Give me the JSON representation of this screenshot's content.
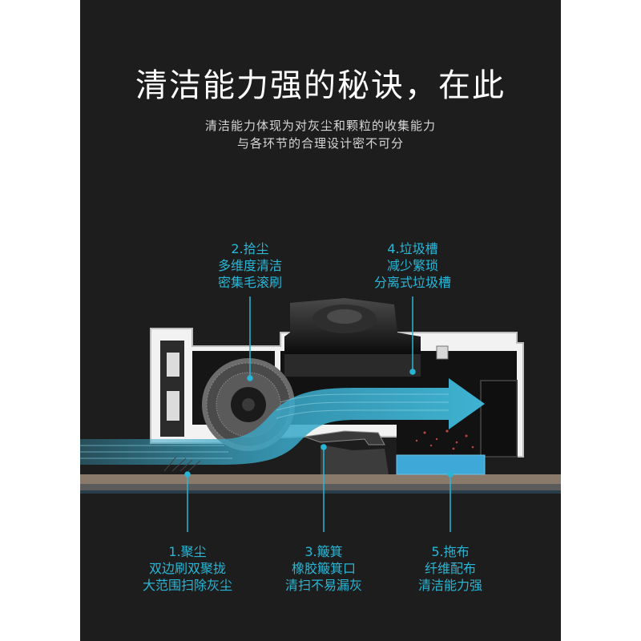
{
  "header": {
    "title": "清洁能力强的秘诀，在此",
    "subtitle_line1": "清洁能力体现为对灰尘和颗粒的收集能力",
    "subtitle_line2": "与各环节的合理设计密不可分"
  },
  "callouts": {
    "c2": {
      "title": "2.拾尘",
      "line1": "多维度清洁",
      "line2": "密集毛滚刷"
    },
    "c4": {
      "title": "4.垃圾槽",
      "line1": "减少繁琐",
      "line2": "分离式垃圾槽"
    },
    "c1": {
      "title": "1.聚尘",
      "line1": "双边刷双聚拢",
      "line2": "大范围扫除灰尘"
    },
    "c3": {
      "title": "3.簸箕",
      "line1": "橡胶簸箕口",
      "line2": "清扫不易漏灰"
    },
    "c5": {
      "title": "5.拖布",
      "line1": "纤维配布",
      "line2": "清洁能力强"
    }
  },
  "colors": {
    "background": "#1d1d1d",
    "accent": "#29b6d6",
    "flow": "#3aa9c9",
    "floor": "#8a7a6c"
  }
}
